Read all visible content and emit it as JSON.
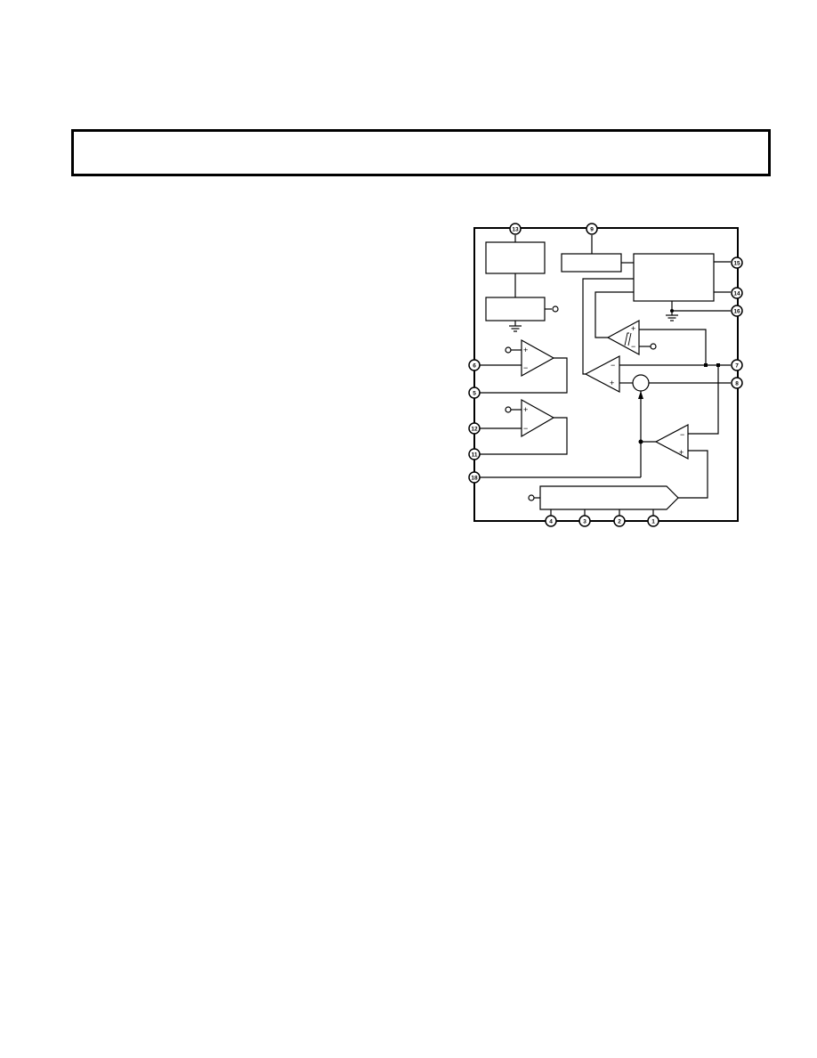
{
  "header": {
    "title": ""
  },
  "diagram": {
    "pins": {
      "p1": "1",
      "p2": "2",
      "p3": "3",
      "p4": "4",
      "p5": "5",
      "p6": "6",
      "p7": "7",
      "p8": "8",
      "p9": "9",
      "p11": "11",
      "p12": "12",
      "p13": "13",
      "p14": "14",
      "p15": "15",
      "p16": "16",
      "p18": "18"
    },
    "signs": {
      "plus": "+",
      "minus": "−"
    }
  }
}
